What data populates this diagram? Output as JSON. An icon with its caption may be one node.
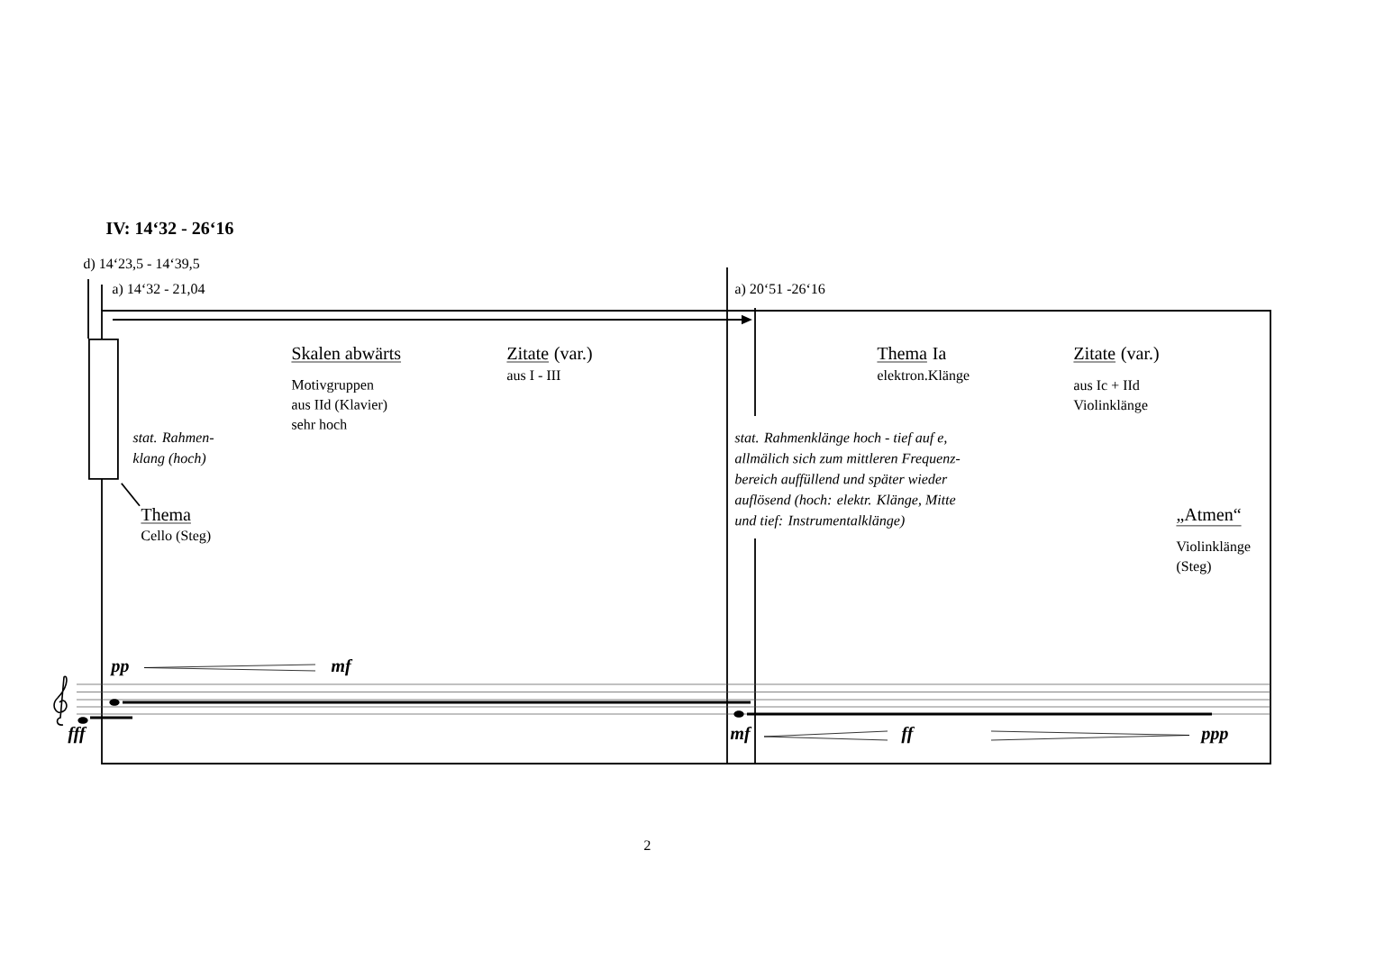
{
  "diagram": {
    "title": "IV: 14‘32 - 26‘16",
    "nodes": [
      {
        "text": [],
        "shape": "box"
      },
      {
        "text": [
          "Thema",
          "Cello (Steg)"
        ]
      }
    ],
    "edges": [
      {
        "from": 0,
        "to": 1,
        "arrow": "none"
      }
    ],
    "labels": [
      "d) 14‘23,5  - 14‘39,5",
      "a) 14‘32 - 21,04",
      "a) 20‘51 -26‘16",
      "Skalen abwärts",
      "Motivgruppen aus IId (Klavier) sehr hoch",
      "Zitate",
      "(var.)",
      "aus I - III",
      "Thema",
      "Ia",
      "elektron.Klänge",
      "Zitate",
      "(var.)",
      "aus Ic + IId Violinklänge",
      "stat. Rahmen- klang (hoch)",
      "stat. Rahmenklänge hoch - tief auf e, allmälich sich zum mittleren Frequenz- bereich auffüllend und später wieder auflösend (hoch: elektr. Klänge, Mitte und tief: Instrumentalklänge)",
      "„Atmen“",
      "Violinklänge (Steg)",
      "pp",
      "mf",
      "fff",
      "mf",
      "ff",
      "ppp",
      "2"
    ]
  }
}
